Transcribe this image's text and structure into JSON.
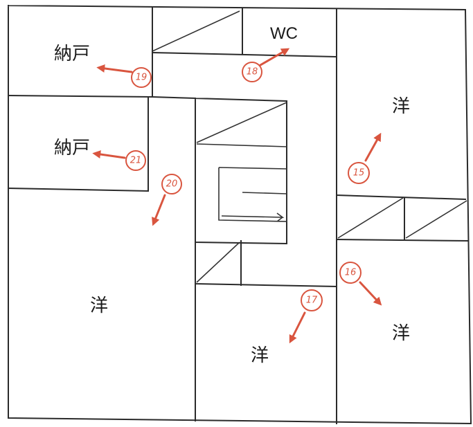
{
  "colors": {
    "wall": "#2a2a2a",
    "marker": "#d9553f",
    "text": "#1a1a1a"
  },
  "rooms": [
    {
      "key": "storage_top",
      "name": "storage-room-top-label",
      "label": "納戸"
    },
    {
      "key": "storage_mid",
      "name": "storage-room-middle-label",
      "label": "納戸"
    },
    {
      "key": "wc",
      "name": "wc-label",
      "label": "WC"
    },
    {
      "key": "western_ne",
      "name": "western-room-northeast-label",
      "label": "洋"
    },
    {
      "key": "western_w",
      "name": "western-room-west-label",
      "label": "洋"
    },
    {
      "key": "western_s",
      "name": "western-room-south-label",
      "label": "洋"
    },
    {
      "key": "western_se",
      "name": "western-room-southeast-label",
      "label": "洋"
    }
  ],
  "photo_markers": [
    {
      "id": "m19",
      "number": "19",
      "direction": "west"
    },
    {
      "id": "m18",
      "number": "18",
      "direction": "northeast"
    },
    {
      "id": "m21",
      "number": "21",
      "direction": "west"
    },
    {
      "id": "m20",
      "number": "20",
      "direction": "southwest"
    },
    {
      "id": "m15",
      "number": "15",
      "direction": "northeast"
    },
    {
      "id": "m16",
      "number": "16",
      "direction": "southeast"
    },
    {
      "id": "m17",
      "number": "17",
      "direction": "southwest"
    }
  ]
}
